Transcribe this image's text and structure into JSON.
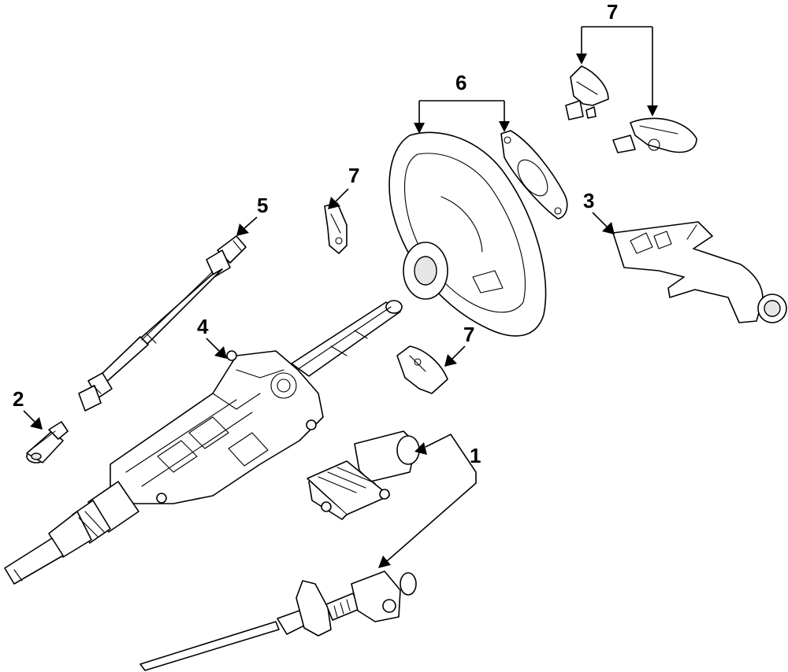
{
  "callouts": {
    "part_1": "1",
    "part_2": "2",
    "part_3": "3",
    "part_4": "4",
    "part_5": "5",
    "part_6": "6",
    "part_7_top": "7",
    "part_7_left": "7",
    "part_7_lower": "7"
  },
  "parts": [
    {
      "id": "1",
      "name": "steering-column-adjust-motor"
    },
    {
      "id": "2",
      "name": "lock-cylinder"
    },
    {
      "id": "3",
      "name": "column-cover"
    },
    {
      "id": "4",
      "name": "steering-column-assembly"
    },
    {
      "id": "5",
      "name": "intermediate-shaft"
    },
    {
      "id": "6",
      "name": "steering-wheel"
    },
    {
      "id": "7",
      "name": "steering-wheel-trim-switches"
    }
  ],
  "colors": {
    "line": "#000000",
    "background": "#ffffff",
    "fill": "#e6e6e6"
  }
}
